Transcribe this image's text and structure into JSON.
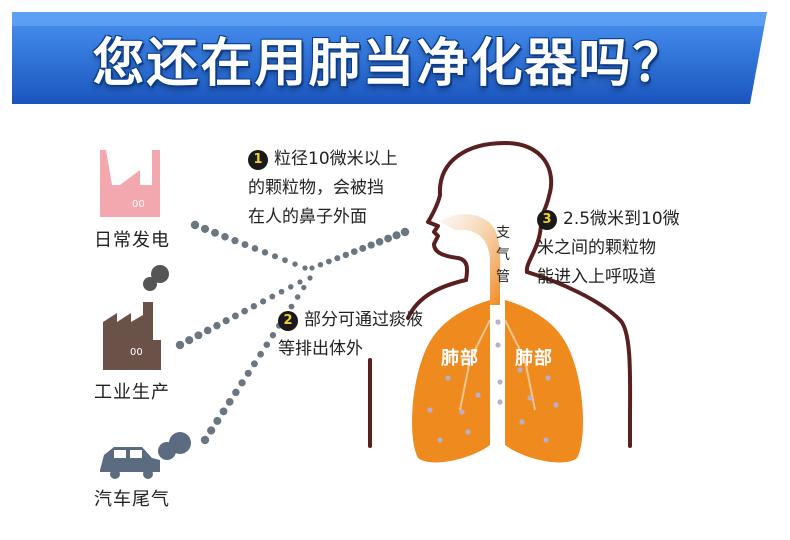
{
  "title": "您还在用肺当净化器吗？",
  "sources": [
    {
      "label": "日常发电",
      "icon": "power-plant-icon"
    },
    {
      "label": "工业生产",
      "icon": "factory-icon"
    },
    {
      "label": "汽车尾气",
      "icon": "car-exhaust-icon"
    }
  ],
  "notes": [
    {
      "num": "1",
      "lines": [
        "粒径10微米以上",
        "的颗粒物，会被挡",
        "在人的鼻子外面"
      ]
    },
    {
      "num": "2",
      "lines": [
        "部分可通过痰液",
        "等排出体外"
      ]
    },
    {
      "num": "3",
      "lines": [
        "2.5微米到10微",
        "米之间的颗粒物",
        "能进入上呼吸道"
      ]
    }
  ],
  "organs": {
    "trachea_chars": [
      "支",
      "气",
      "管"
    ],
    "lung_left": "肺部",
    "lung_right": "肺部"
  },
  "colors": {
    "banner_blue": "#1f5fc8",
    "banner_light": "#3f86ee",
    "lung_orange": "#ef8a1f",
    "body_outline": "#5a1f1f",
    "dot_gray": "#6b7683",
    "power_pink": "#f2a0a8",
    "factory_brown": "#6a5248",
    "car_slate": "#5b6b80"
  }
}
